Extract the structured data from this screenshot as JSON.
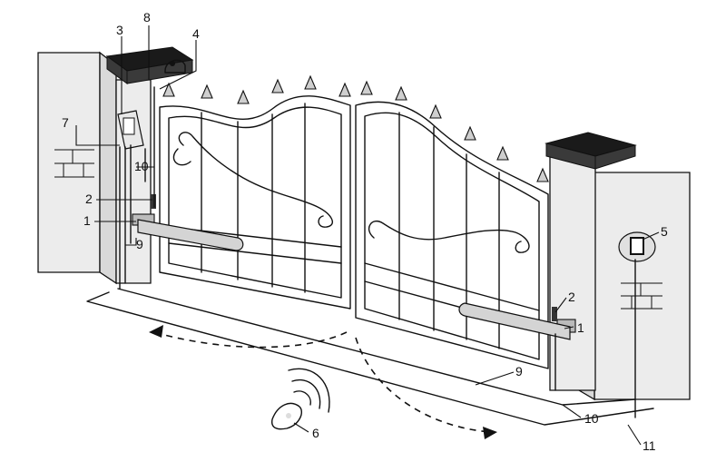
{
  "callouts": {
    "c1a": "1",
    "c1b": "1",
    "c2a": "2",
    "c2b": "2",
    "c3": "3",
    "c4": "4",
    "c5": "5",
    "c6": "6",
    "c7": "7",
    "c8": "8",
    "c9a": "9",
    "c9b": "9",
    "c10a": "10",
    "c10b": "10",
    "c11": "11"
  },
  "colors": {
    "ink": "#111111",
    "wall": "#ececec",
    "cap": "#1a1a1a",
    "arm": "#d4d4d4"
  }
}
